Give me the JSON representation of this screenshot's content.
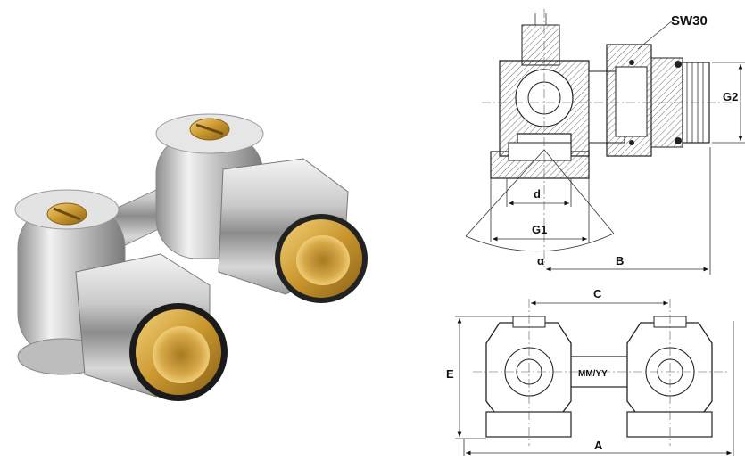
{
  "drawing": {
    "labels": {
      "wrench": "SW30",
      "g2": "G2",
      "d": "d",
      "g1": "G1",
      "alpha": "α",
      "b": "B",
      "c": "C",
      "e": "E",
      "a": "A",
      "marking": "MM/YY"
    }
  }
}
